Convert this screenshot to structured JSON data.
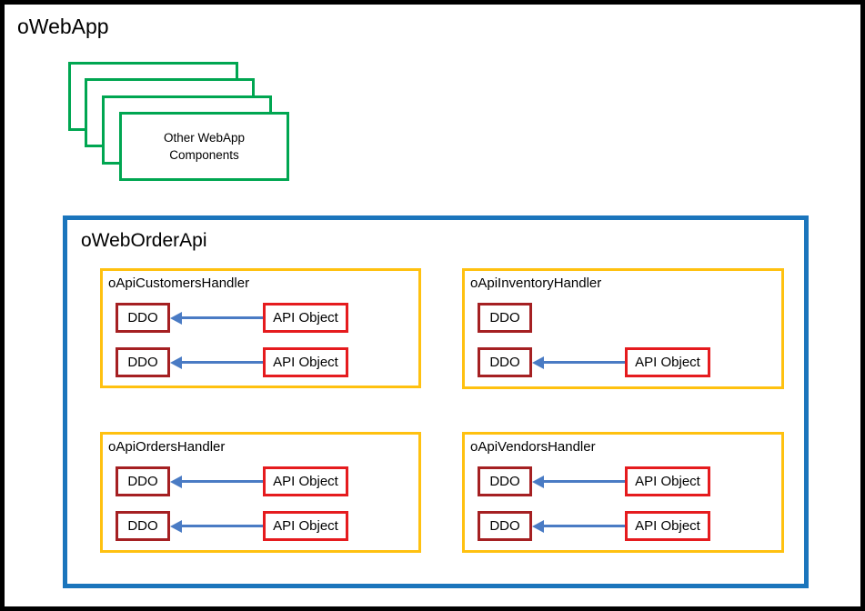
{
  "colors": {
    "frame_black": "#000000",
    "webapp_green": "#00A651",
    "api_blue": "#1B75BC",
    "handler_yellow": "#FFC110",
    "ddo_red_dark": "#A52022",
    "api_object_red": "#E51B1E",
    "arrow_blue": "#4A7BC4"
  },
  "webapp": {
    "title": "oWebApp",
    "components_stack": {
      "line1": "Other WebApp",
      "line2": "Components",
      "card_count": 4
    },
    "order_api": {
      "title": "oWebOrderApi",
      "handlers": [
        {
          "name": "oApiCustomersHandler",
          "rows": [
            {
              "ddo": "DDO",
              "api": "API Object",
              "has_arrow": true
            },
            {
              "ddo": "DDO",
              "api": "API Object",
              "has_arrow": true
            }
          ]
        },
        {
          "name": "oApiInventoryHandler",
          "rows": [
            {
              "ddo": "DDO",
              "has_arrow": false
            },
            {
              "ddo": "DDO",
              "api": "API Object",
              "has_arrow": true
            }
          ]
        },
        {
          "name": "oApiOrdersHandler",
          "rows": [
            {
              "ddo": "DDO",
              "api": "API Object",
              "has_arrow": true
            },
            {
              "ddo": "DDO",
              "api": "API Object",
              "has_arrow": true
            }
          ]
        },
        {
          "name": "oApiVendorsHandler",
          "rows": [
            {
              "ddo": "DDO",
              "api": "API Object",
              "has_arrow": true
            },
            {
              "ddo": "DDO",
              "api": "API Object",
              "has_arrow": true
            }
          ]
        }
      ]
    }
  }
}
